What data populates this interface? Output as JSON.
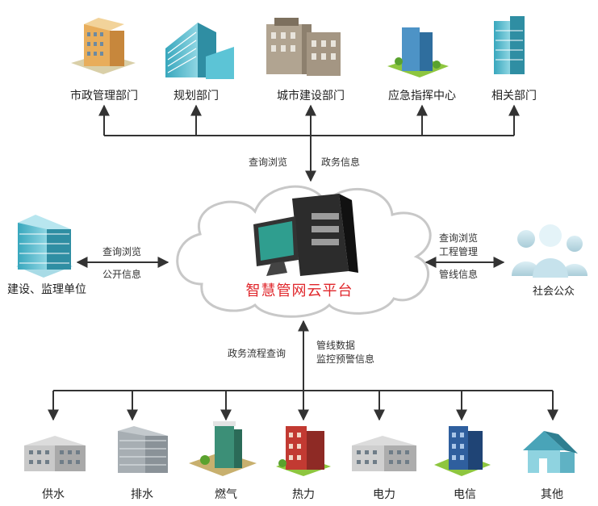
{
  "platform": {
    "title": "智慧管网云平台"
  },
  "top": {
    "departments": [
      "市政管理部门",
      "规划部门",
      "城市建设部门",
      "应急指挥中心",
      "相关部门"
    ],
    "note_left": "查询浏览",
    "note_right": "政务信息"
  },
  "left": {
    "label": "建设、监理单位",
    "note_top": "查询浏览",
    "note_bottom": "公开信息"
  },
  "right": {
    "label": "社会公众",
    "note_lines": [
      "查询浏览",
      "工程管理"
    ],
    "note_bottom": "管线信息"
  },
  "bottom": {
    "note_left": "政务流程查询",
    "note_right_lines": [
      "管线数据",
      "监控预警信息"
    ],
    "utilities": [
      "供水",
      "排水",
      "燃气",
      "热力",
      "电力",
      "电信",
      "其他"
    ]
  },
  "colors": {
    "title": "#e0262b",
    "connector": "#333333",
    "cloud_stroke": "#c8c8c8"
  },
  "icons": [
    "building-icon",
    "computer-server-icon",
    "people-icon",
    "house-icon"
  ]
}
